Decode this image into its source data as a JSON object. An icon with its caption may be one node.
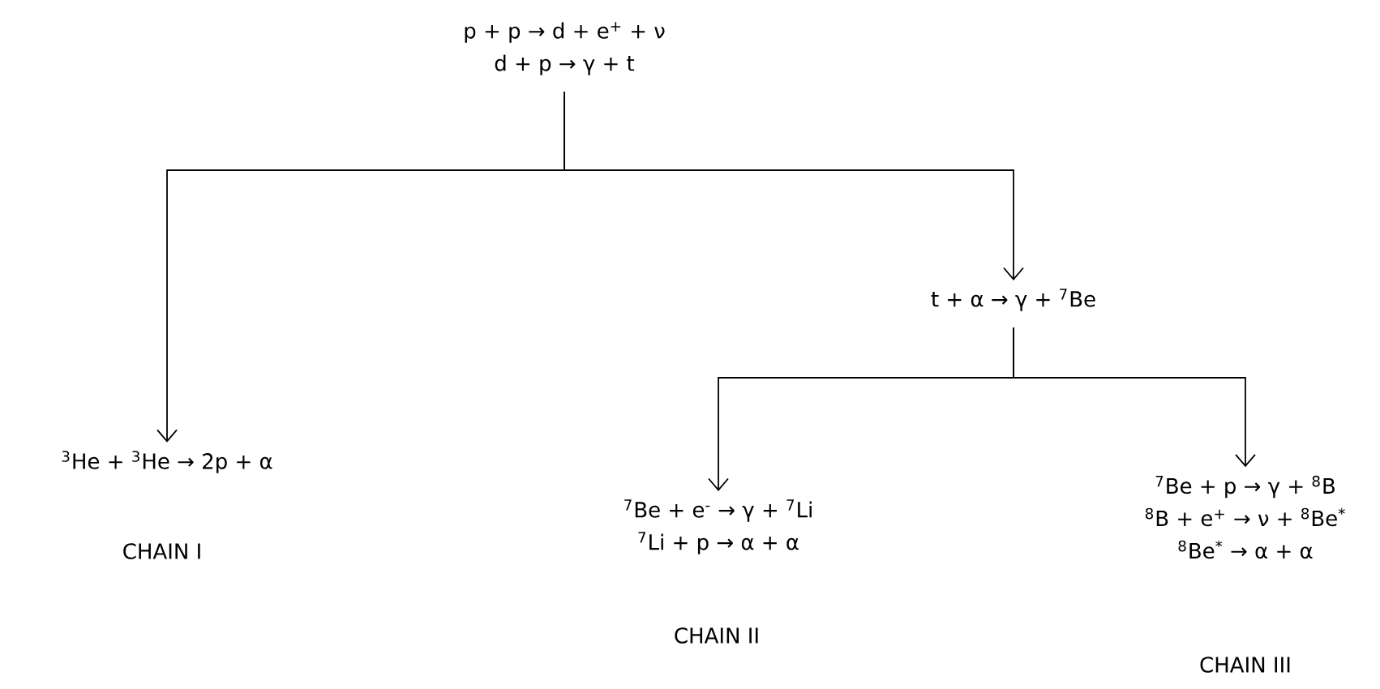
{
  "diagram": {
    "nodes": [
      {
        "text": [
          "p + p → d + e$^{+}$ + ν",
          "d + p → γ + t"
        ]
      },
      {
        "text": [
          "$^{3}$He + $^{3}$He → 2p + α"
        ],
        "beside": [
          "CHAIN I"
        ]
      },
      {
        "text": [
          "t + α → γ + $^{7}$Be"
        ]
      },
      {
        "text": [
          "$^{7}$Be + e$^{-}$ → γ + $^{7}$Li",
          "$^{7}$Li + p → α + α"
        ],
        "beside": [
          "CHAIN II"
        ]
      },
      {
        "text": [
          "$^{7}$Be + p → γ + $^{8}$B",
          "$^{8}$B + e$^{+}$ → ν + $^{8}$Be$^{*}$",
          "$^{8}$Be$^{*}$ → α + α"
        ],
        "beside": [
          "CHAIN III"
        ]
      }
    ],
    "edges": [
      {
        "from": 0,
        "to": 1,
        "arrow": "to"
      },
      {
        "from": 0,
        "to": 2,
        "arrow": "to"
      },
      {
        "from": 2,
        "to": 3,
        "arrow": "to"
      },
      {
        "from": 2,
        "to": 4,
        "arrow": "to"
      }
    ]
  }
}
